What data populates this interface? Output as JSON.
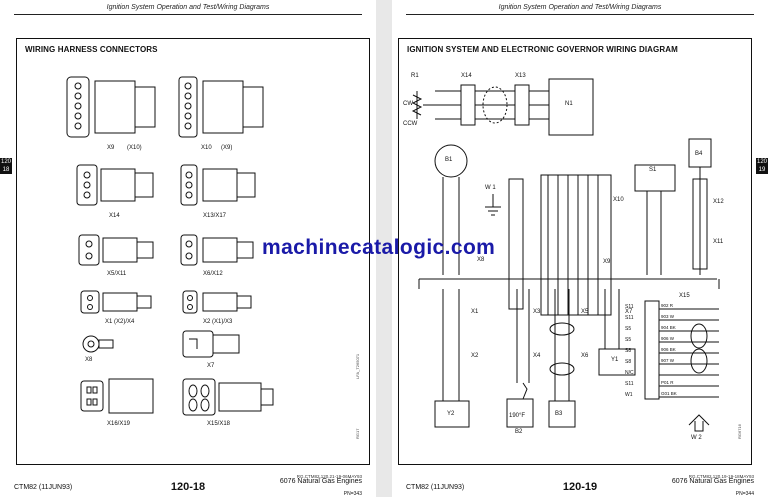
{
  "left": {
    "header": "Ignition System Operation and Test/Wiring Diagrams",
    "title": "WIRING HARNESS CONNECTORS",
    "labels": {
      "x9": "X9",
      "x10a": "(X10)",
      "x10b": "X10",
      "x9b": "(X9)",
      "x14": "X14",
      "x13x17": "X13/X17",
      "x5x11": "X5/X11",
      "x6x12": "X6/X12",
      "x1x2x4": "X1 (X2)/X4",
      "x2x1x3": "X2 (X1)/X3",
      "x8": "X8",
      "x7": "X7",
      "x16x19": "X16/X19",
      "x15x18": "X15/X18"
    },
    "side_code": "LFA_T265071",
    "small_code": "RG17",
    "footer_left": "CTM82 (11JUN93)",
    "page_number": "120-18",
    "footer_right": "6076 Natural Gas Engines",
    "ref": "RG,CTM82,120,21-19-06MAY93",
    "pn": "PN=343",
    "tab": "120\n18"
  },
  "right": {
    "header": "Ignition System Operation and Test/Wiring Diagrams",
    "title": "IGNITION SYSTEM AND ELECTRONIC GOVERNOR WIRING DIAGRAM",
    "labels": {
      "r1": "R1",
      "x14": "X14",
      "x13": "X13",
      "n1": "N1",
      "cw": "CW",
      "ccw": "CCW",
      "b1": "B1",
      "w1": "W 1",
      "x10": "X10",
      "s1": "S1",
      "b4": "B4",
      "x12": "X12",
      "x11": "X11",
      "x8": "X8",
      "x9": "X9",
      "x1": "X1",
      "x3": "X3",
      "x5": "X5",
      "x7": "X7",
      "x15": "X15",
      "x2": "X2",
      "x4": "X4",
      "x6": "X6",
      "y1": "Y1",
      "y2": "Y2",
      "b2": "B2",
      "b3": "B3",
      "w2": "W 2",
      "deg": "190°F"
    },
    "x15_rows": [
      {
        "pin": "S11",
        "wire": "902 R"
      },
      {
        "pin": "S11",
        "wire": "903 W"
      },
      {
        "pin": "S5",
        "wire": "904 BK"
      },
      {
        "pin": "S5",
        "wire": "906 W"
      },
      {
        "pin": "S8",
        "wire": "906 BK"
      },
      {
        "pin": "S8",
        "wire": "907 W"
      },
      {
        "pin": "N/C",
        "wire": ""
      },
      {
        "pin": "S11",
        "wire": "P01 R"
      },
      {
        "pin": "W1",
        "wire": "G01 BK"
      }
    ],
    "side_code": "RG6716",
    "footer_left": "CTM82 (11JUN93)",
    "page_number": "120-19",
    "footer_right": "6076 Natural Gas Engines",
    "ref": "RG,CTM82,120,19-19-18MAY93",
    "pn": "PN=344",
    "tab": "120\n19"
  },
  "watermark": "machinecatalogic.com"
}
